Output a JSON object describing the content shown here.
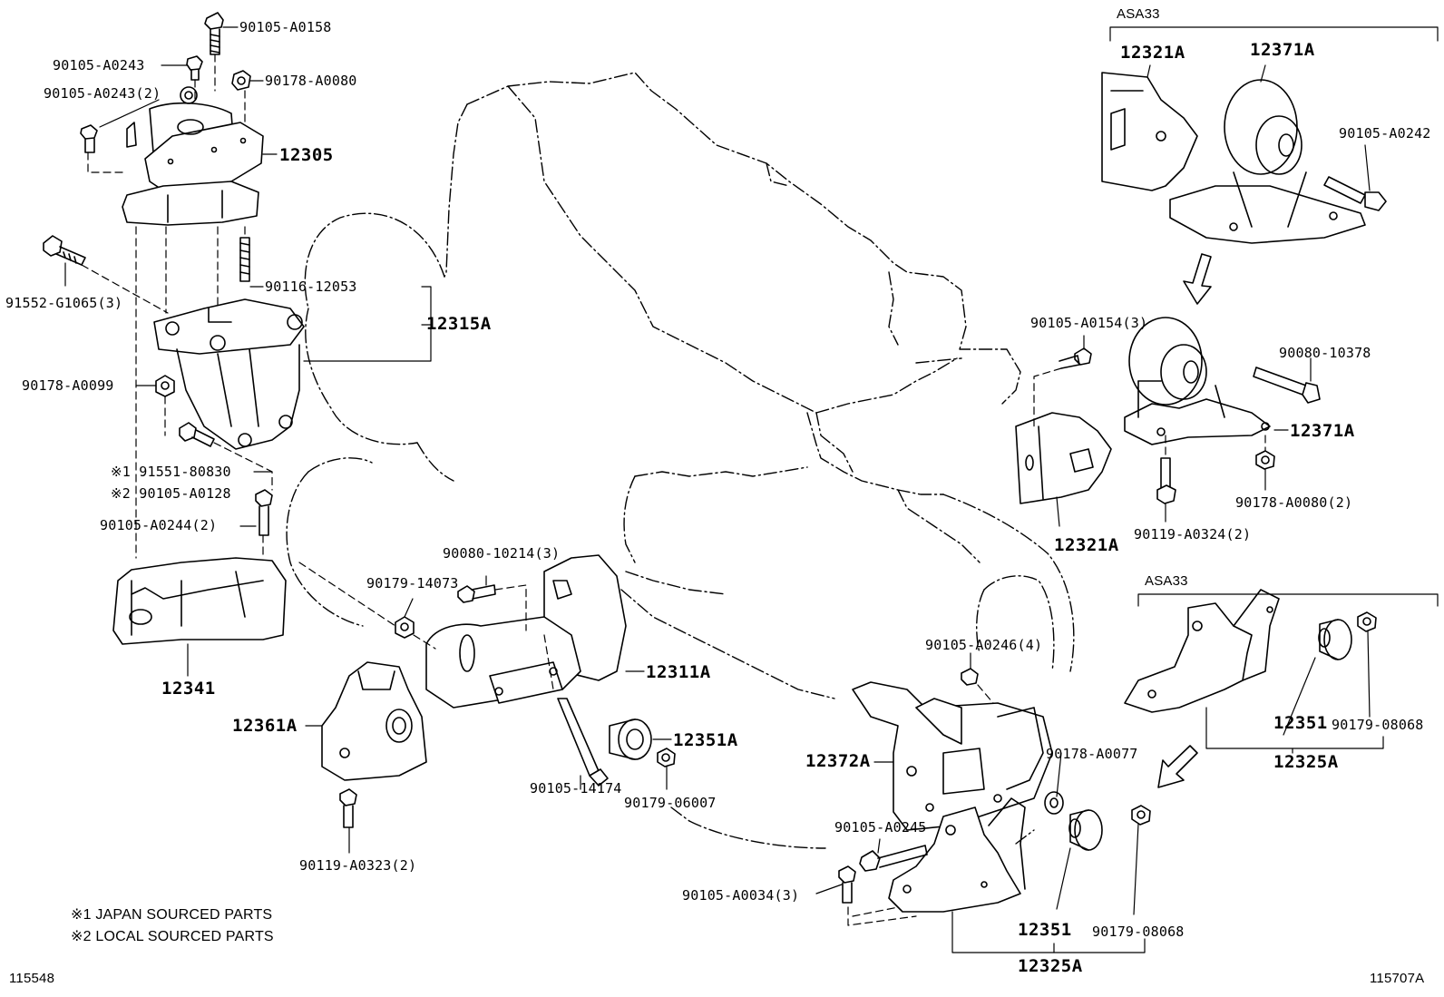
{
  "group_tags": {
    "top_right": "ASA33",
    "mid_right": "ASA33"
  },
  "labels": {
    "p90105_A0158": "90105-A0158",
    "p90105_A0243": "90105-A0243",
    "p90178_A0080": "90178-A0080",
    "p90105_A0243_2": "90105-A0243(2)",
    "p12305": "12305",
    "p91552_G1065_3": "91552-G1065(3)",
    "p90116_12053": "90116-12053",
    "p12315A": "12315A",
    "p90178_A0099": "90178-A0099",
    "p91551_80830": "※1 91551-80830",
    "p90105_A0128": "※2 90105-A0128",
    "p90105_A0244_2": "90105-A0244(2)",
    "p12341": "12341",
    "p90080_10214_3": "90080-10214(3)",
    "p90179_14073": "90179-14073",
    "p12311A": "12311A",
    "p12361A": "12361A",
    "p12351A": "12351A",
    "p90105_14174": "90105-14174",
    "p90179_06007": "90179-06007",
    "p90119_A0323_2": "90119-A0323(2)",
    "p12321A_top": "12321A",
    "p12371A_top": "12371A",
    "p90105_A0242": "90105-A0242",
    "p90105_A0154_3": "90105-A0154(3)",
    "p90080_10378": "90080-10378",
    "p12371A_mid": "12371A",
    "p12321A_mid": "12321A",
    "p90119_A0324_2": "90119-A0324(2)",
    "p90178_A0080_2": "90178-A0080(2)",
    "p90105_A0246_4": "90105-A0246(4)",
    "p12372A": "12372A",
    "p90178_A0077": "90178-A0077",
    "p90105_A0245": "90105-A0245",
    "p90105_A0034_3": "90105-A0034(3)",
    "p12351_bottom": "12351",
    "p90179_08068_bottom": "90179-08068",
    "p12325A_bottom": "12325A",
    "p12351_right": "12351",
    "p90179_08068_right": "90179-08068",
    "p12325A_right": "12325A"
  },
  "notes": {
    "japan": "※1 JAPAN SOURCED PARTS",
    "local": "※2 LOCAL SOURCED PARTS"
  },
  "figure_refs": {
    "left": "115548",
    "right": "115707A"
  }
}
